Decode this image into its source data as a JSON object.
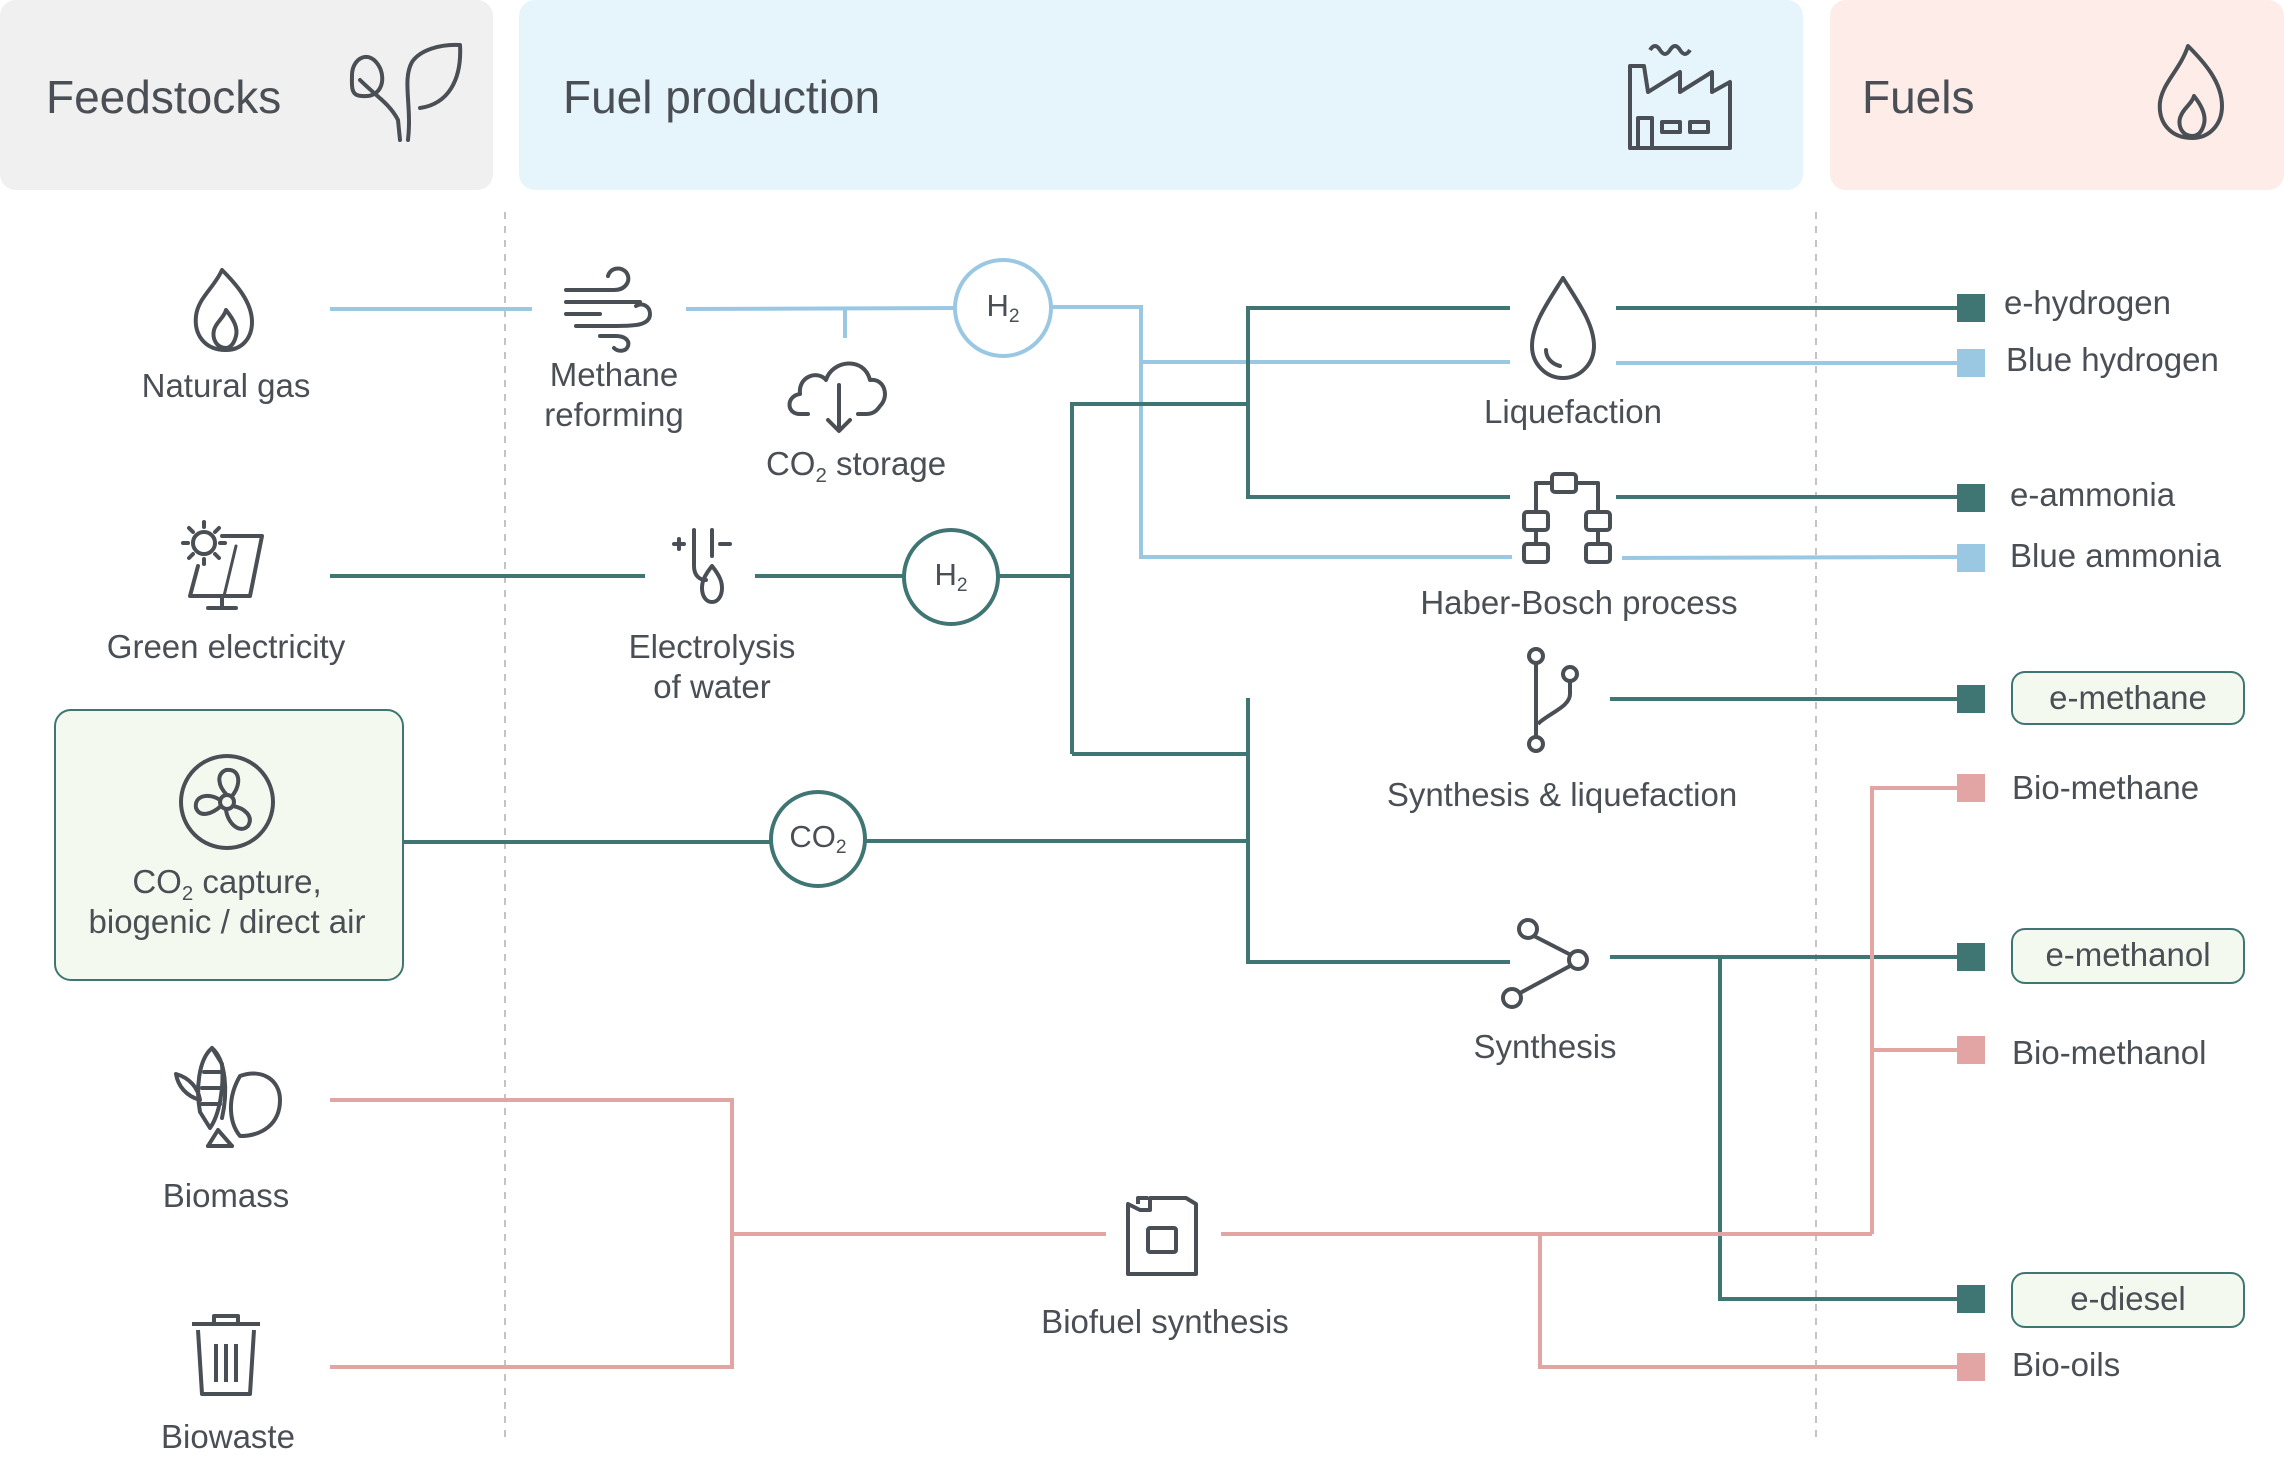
{
  "headers": {
    "feedstocks": "Feedstocks",
    "fuel_production": "Fuel production",
    "fuels": "Fuels"
  },
  "feedstocks": {
    "natural_gas": "Natural gas",
    "green_electricity": "Green electricity",
    "co2_capture_line1_pre": "CO",
    "co2_capture_line1_sub": "2",
    "co2_capture_line1_post": " capture,",
    "co2_capture_line2": "biogenic / direct air",
    "biomass": "Biomass",
    "biowaste": "Biowaste"
  },
  "production": {
    "methane_reforming_line1": "Methane",
    "methane_reforming_line2": "reforming",
    "co2_storage_pre": "CO",
    "co2_storage_sub": "2",
    "co2_storage_post": " storage",
    "electrolysis_line1": "Electrolysis",
    "electrolysis_line2": "of water",
    "h2_main": "H",
    "h2_sub": "2",
    "co2_main": "CO",
    "co2_sub": "2",
    "liquefaction": "Liquefaction",
    "haber_bosch": "Haber-Bosch process",
    "synthesis_liquefaction": "Synthesis & liquefaction",
    "synthesis": "Synthesis",
    "biofuel_synthesis": "Biofuel synthesis"
  },
  "fuels": {
    "e_hydrogen": "e-hydrogen",
    "blue_hydrogen": "Blue hydrogen",
    "e_ammonia": "e-ammonia",
    "blue_ammonia": "Blue ammonia",
    "e_methane": "e-methane",
    "bio_methane": "Bio-methane",
    "e_methanol": "e-methanol",
    "bio_methanol": "Bio-methanol",
    "e_diesel": "e-diesel",
    "bio_oils": "Bio-oils"
  },
  "colors": {
    "e_fuel": "#3f7572",
    "blue": "#9ac8e3",
    "bio": "#e3a4a4",
    "feedstocks_header_bg": "#f0f0f0",
    "production_header_bg": "#e6f5fb",
    "fuels_header_bg": "#fdece8",
    "highlight_bg": "#f4f9f0"
  }
}
